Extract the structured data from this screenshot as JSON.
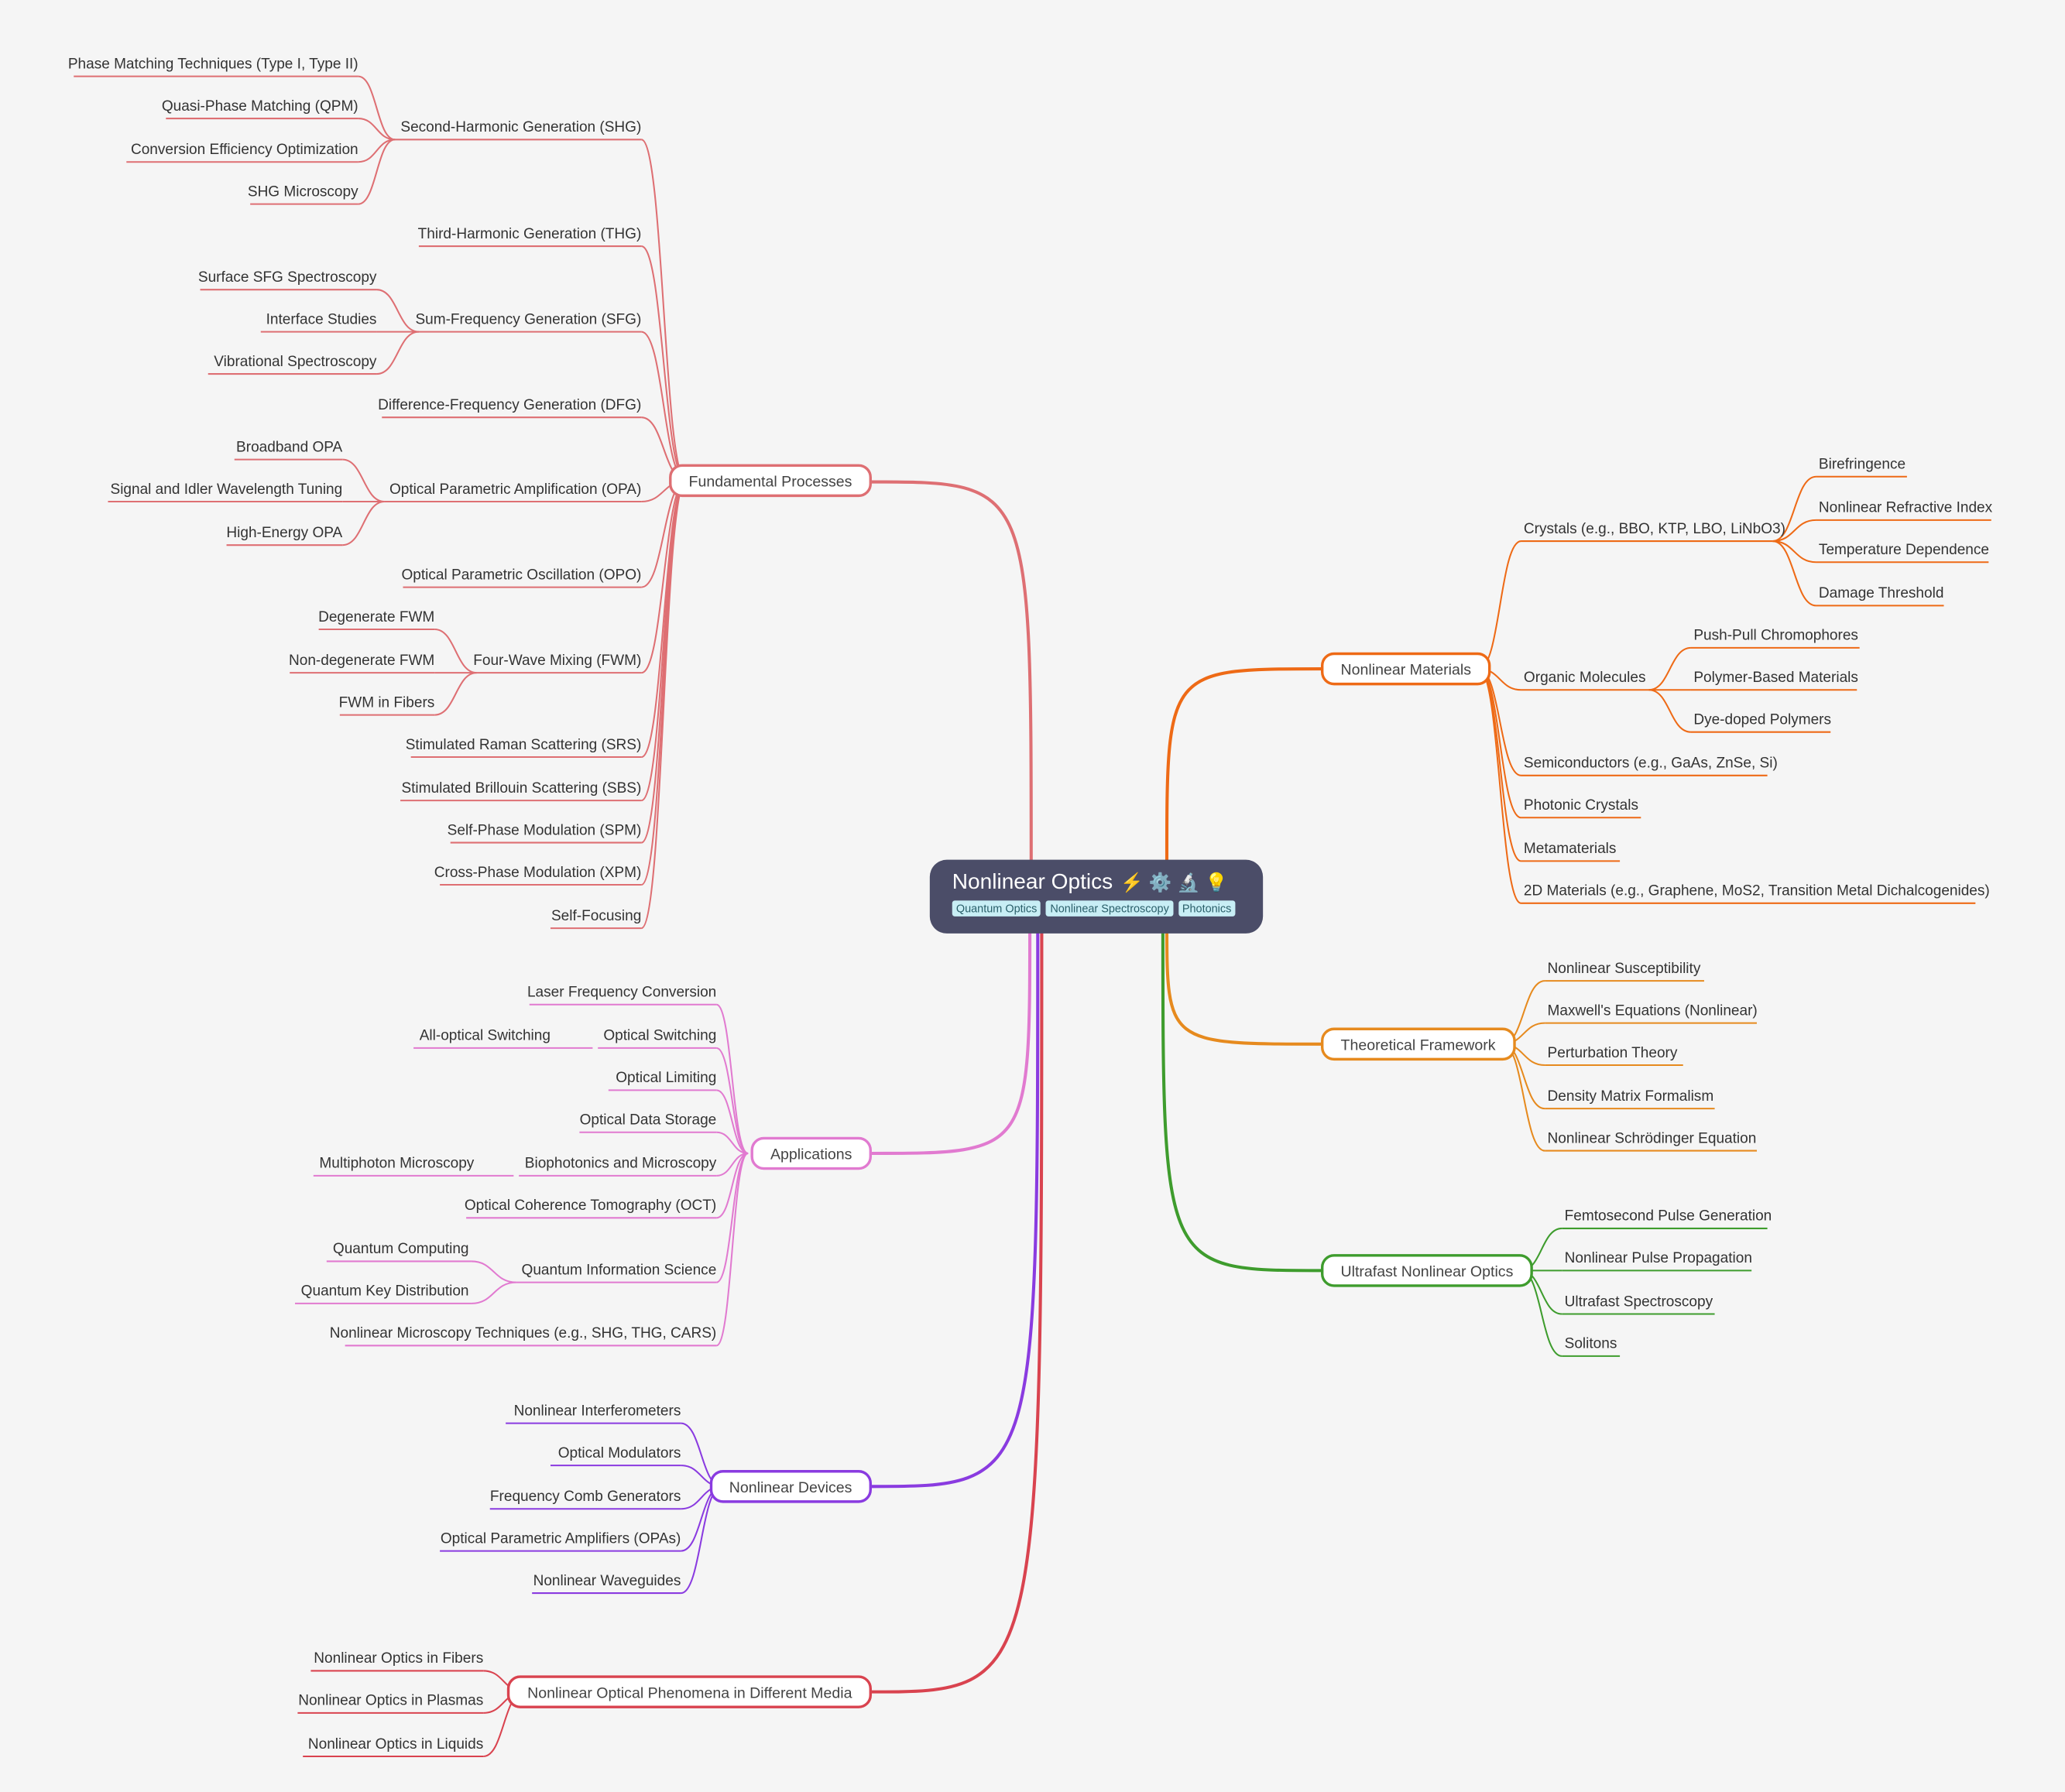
{
  "root": {
    "title": "Nonlinear Optics",
    "icons": "⚡ ⚙️ 🔬 💡",
    "tags": [
      "Quantum Optics",
      "Nonlinear Spectroscopy",
      "Photonics"
    ]
  },
  "branches": {
    "fundamental": {
      "label": "Fundamental Processes",
      "color": "#de6f73",
      "items": {
        "shg": {
          "label": "Second-Harmonic Generation (SHG)",
          "children": [
            "Phase Matching Techniques (Type I, Type II)",
            "Quasi-Phase Matching (QPM)",
            "Conversion Efficiency Optimization",
            "SHG Microscopy"
          ]
        },
        "thg": {
          "label": "Third-Harmonic Generation (THG)"
        },
        "sfg": {
          "label": "Sum-Frequency Generation (SFG)",
          "children": [
            "Surface SFG Spectroscopy",
            "Interface Studies",
            "Vibrational Spectroscopy"
          ]
        },
        "dfg": {
          "label": "Difference-Frequency Generation (DFG)"
        },
        "opa": {
          "label": "Optical Parametric Amplification (OPA)",
          "children": [
            "Broadband OPA",
            "Signal and Idler Wavelength Tuning",
            "High-Energy OPA"
          ]
        },
        "opo": {
          "label": "Optical Parametric Oscillation (OPO)"
        },
        "fwm": {
          "label": "Four-Wave Mixing (FWM)",
          "children": [
            "Degenerate FWM",
            "Non-degenerate FWM",
            "FWM in Fibers"
          ]
        },
        "srs": {
          "label": "Stimulated Raman Scattering (SRS)"
        },
        "sbs": {
          "label": "Stimulated Brillouin Scattering (SBS)"
        },
        "spm": {
          "label": "Self-Phase Modulation (SPM)"
        },
        "xpm": {
          "label": "Cross-Phase Modulation (XPM)"
        },
        "sf": {
          "label": "Self-Focusing"
        }
      }
    },
    "applications": {
      "label": "Applications",
      "color": "#e17ad0",
      "items": {
        "lfc": {
          "label": "Laser Frequency Conversion"
        },
        "osw": {
          "label": "Optical Switching",
          "children": [
            "All-optical Switching"
          ]
        },
        "olim": {
          "label": "Optical Limiting"
        },
        "ods": {
          "label": "Optical Data Storage"
        },
        "bio": {
          "label": "Biophotonics and Microscopy",
          "children": [
            "Multiphoton Microscopy"
          ]
        },
        "oct": {
          "label": "Optical Coherence Tomography (OCT)"
        },
        "qis": {
          "label": "Quantum Information Science",
          "children": [
            "Quantum Computing",
            "Quantum Key Distribution"
          ]
        },
        "nmt": {
          "label": "Nonlinear Microscopy Techniques (e.g., SHG, THG, CARS)"
        }
      }
    },
    "devices": {
      "label": "Nonlinear Devices",
      "color": "#8a3be0",
      "items": [
        "Nonlinear Interferometers",
        "Optical Modulators",
        "Frequency Comb Generators",
        "Optical Parametric Amplifiers (OPAs)",
        "Nonlinear Waveguides"
      ]
    },
    "media": {
      "label": "Nonlinear Optical Phenomena in Different Media",
      "color": "#d9434f",
      "items": [
        "Nonlinear Optics in Fibers",
        "Nonlinear Optics in Plasmas",
        "Nonlinear Optics in Liquids"
      ]
    },
    "materials": {
      "label": "Nonlinear Materials",
      "color": "#ee6a16",
      "items": {
        "cry": {
          "label": "Crystals (e.g., BBO, KTP, LBO, LiNbO3)",
          "children": [
            "Birefringence",
            "Nonlinear Refractive Index",
            "Temperature Dependence",
            "Damage Threshold"
          ]
        },
        "org": {
          "label": "Organic Molecules",
          "children": [
            "Push-Pull Chromophores",
            "Polymer-Based Materials",
            "Dye-doped Polymers"
          ]
        },
        "semi": {
          "label": "Semiconductors (e.g., GaAs, ZnSe, Si)"
        },
        "phc": {
          "label": "Photonic Crystals"
        },
        "meta": {
          "label": "Metamaterials"
        },
        "twod": {
          "label": "2D Materials (e.g., Graphene, MoS2, Transition Metal Dichalcogenides)"
        }
      }
    },
    "theory": {
      "label": "Theoretical Framework",
      "color": "#e68a1e",
      "items": [
        "Nonlinear Susceptibility",
        "Maxwell's Equations (Nonlinear)",
        "Perturbation Theory",
        "Density Matrix Formalism",
        "Nonlinear Schrödinger Equation"
      ]
    },
    "ultrafast": {
      "label": "Ultrafast Nonlinear Optics",
      "color": "#3e9c2d",
      "items": [
        "Femtosecond Pulse Generation",
        "Nonlinear Pulse Propagation",
        "Ultrafast Spectroscopy",
        "Solitons"
      ]
    }
  }
}
